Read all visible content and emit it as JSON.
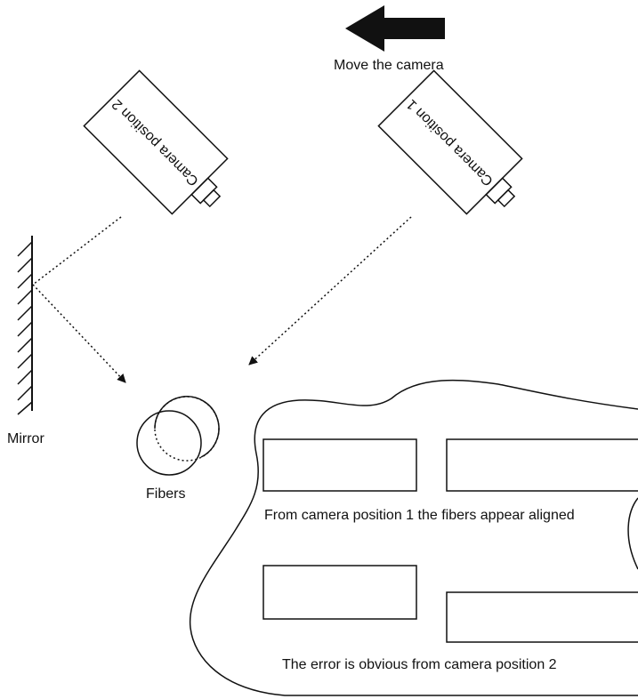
{
  "labels": {
    "move_camera": "Move the camera",
    "camera_1": "Camera position 1",
    "camera_2": "Camera position 2",
    "mirror": "Mirror",
    "fibers": "Fibers",
    "caption_aligned": "From camera position 1 the fibers appear aligned",
    "caption_error": "The error is obvious from camera position 2"
  },
  "colors": {
    "ink": "#111111",
    "background": "#ffffff"
  }
}
